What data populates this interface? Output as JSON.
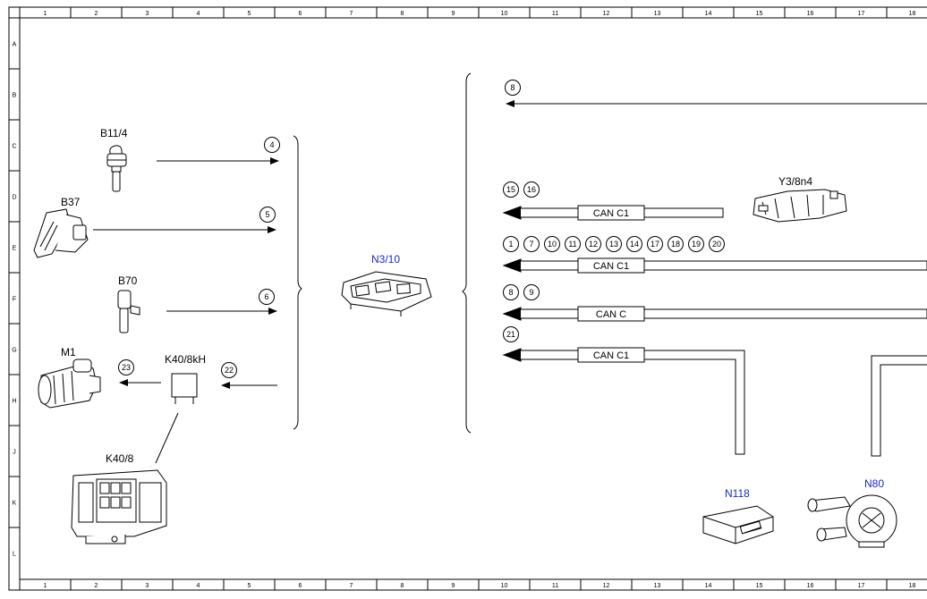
{
  "grid": {
    "columns": [
      "1",
      "2",
      "3",
      "4",
      "5",
      "6",
      "7",
      "8",
      "9",
      "10",
      "11",
      "12",
      "13",
      "14",
      "15",
      "16",
      "17",
      "18"
    ],
    "rows": [
      "A",
      "B",
      "C",
      "D",
      "E",
      "F",
      "G",
      "H",
      "J",
      "K",
      "L"
    ]
  },
  "components": {
    "b11_4": {
      "label": "B11/4",
      "icon": "temperature-sensor-icon"
    },
    "b37": {
      "label": "B37",
      "icon": "accelerator-pedal-icon"
    },
    "b70": {
      "label": "B70",
      "icon": "crankshaft-sensor-icon"
    },
    "m1": {
      "label": "M1",
      "icon": "starter-motor-icon"
    },
    "k40_8kh": {
      "label": "K40/8kH",
      "icon": "relay-icon"
    },
    "k40_8": {
      "label": "K40/8",
      "icon": "fuse-relay-box-icon"
    },
    "n3_10": {
      "label": "N3/10",
      "icon": "engine-control-unit-icon"
    },
    "y3_8n4": {
      "label": "Y3/8n4",
      "icon": "transmission-control-unit-icon"
    },
    "n118": {
      "label": "N118",
      "icon": "fuel-pump-control-unit-icon"
    },
    "n80": {
      "label": "N80",
      "icon": "steering-column-module-icon"
    }
  },
  "signals": {
    "s4": "4",
    "s5": "5",
    "s6": "6",
    "s22": "22",
    "s23": "23",
    "s8_top": "8"
  },
  "bus_rows": {
    "row1": {
      "refs": [
        "15",
        "16"
      ],
      "label": "CAN C1"
    },
    "row2": {
      "refs": [
        "1",
        "7",
        "10",
        "11",
        "12",
        "13",
        "14",
        "17",
        "18",
        "19",
        "20"
      ],
      "label": "CAN C1"
    },
    "row3": {
      "refs": [
        "8",
        "9"
      ],
      "label": "CAN C"
    },
    "row4": {
      "refs": [
        "21"
      ],
      "label": "CAN C1"
    }
  },
  "colors": {
    "line": "#000000",
    "highlight_label": "#1a28c8",
    "background": "#ffffff"
  }
}
